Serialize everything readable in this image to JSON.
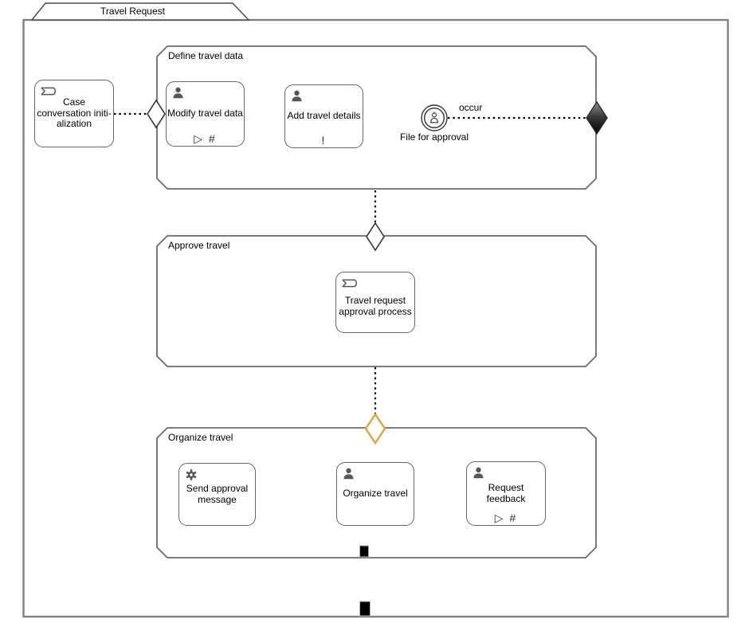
{
  "tab": {
    "label": "Travel Request"
  },
  "stages": {
    "define": {
      "label": "Define travel data"
    },
    "approve": {
      "label": "Approve travel"
    },
    "organize": {
      "label": "Organize travel"
    }
  },
  "tasks": {
    "case_conversation": {
      "label": "Case\nconversation initi-\nalization",
      "icon": "case-icon"
    },
    "modify_travel_data": {
      "label": "Modify travel data",
      "icon": "user-icon",
      "markers": "▷ #"
    },
    "add_travel_details": {
      "label": "Add travel details",
      "icon": "user-icon",
      "markers": "!"
    },
    "travel_request_approval": {
      "label": "Travel request\napproval process",
      "icon": "case-icon"
    },
    "send_approval_message": {
      "label": "Send approval\nmessage",
      "icon": "gear-icon"
    },
    "organize_travel": {
      "label": "Organize travel",
      "icon": "user-icon"
    },
    "request_feedback": {
      "label": "Request feedback",
      "icon": "user-icon",
      "markers": "▷ #"
    }
  },
  "events": {
    "file_for_approval": {
      "label": "File for approval",
      "connector_label": "occur",
      "icon": "user-event-icon"
    }
  },
  "sentries": {
    "define_entry": "white-diamond",
    "define_exit": "black-diamond",
    "approve_entry": "white-diamond",
    "organize_entry": "gold-diamond"
  },
  "colors": {
    "frame_border": "#808080",
    "shape_border": "#666666",
    "tab_border": "#4d4d4d",
    "connector": "#000000",
    "dark_sentry_fill": "#1a1a1a",
    "gold_sentry": "#D6A638",
    "icon_gray": "#575757",
    "text": "#000000"
  },
  "icons": {
    "user-icon": "person silhouette",
    "gear-icon": "gear",
    "case-icon": "case pennant",
    "user-event-icon": "person in double circle"
  }
}
